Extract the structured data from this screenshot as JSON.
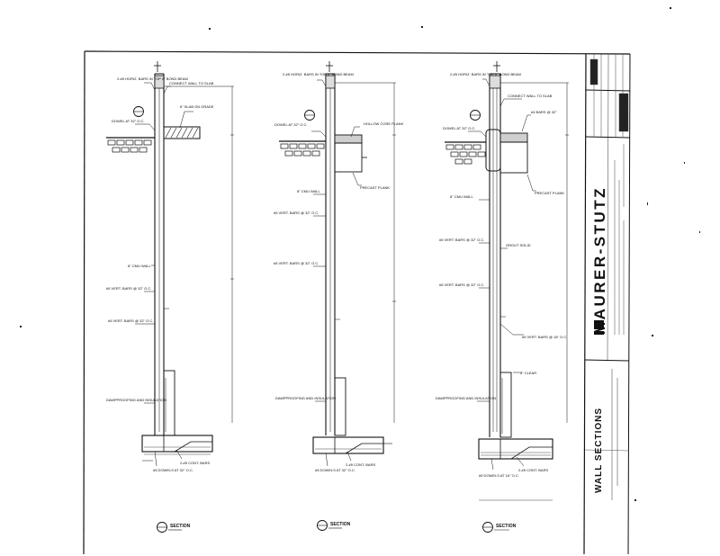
{
  "title_block": {
    "firm_name": "MAURER-STUTZ",
    "sheet_title": "WALL SECTIONS"
  },
  "sections": [
    {
      "id": "left",
      "labels": {
        "top_bar": "2-#5 HORIZ. BARS IN TOP 8\" BOND BEAM",
        "connect": "CONNECT WALL TO SLAB",
        "dowel": "DOWEL AT 32\" O.C.",
        "slab": "6\" SLAB ON GRADE",
        "bars_top": "#5 VERT. BARS @ 32\" O.C.",
        "mid_h": "8\" CMU WALL",
        "mid_bars": "#5 VERT. BARS @ 32\" O.C.",
        "waterproof": "DAMPPROOFING AND INSULATION",
        "footing_a": "#5 DOWELS AT 32\" O.C.",
        "footing_b": "2-#5 CONT. BARS"
      },
      "tag": "SECTION"
    },
    {
      "id": "middle",
      "labels": {
        "top_bar": "2-#5 HORIZ. BARS IN TOP 8\" BOND BEAM",
        "dowel": "DOWEL AT 32\" O.C.",
        "slab": "HOLLOW CORE PLANK",
        "slab2": "PRECAST PLANK",
        "mid_h": "8\" CMU WALL",
        "bars_top": "#5 VERT. BARS @ 32\" O.C.",
        "mid_bars": "#5 VERT. BARS @ 32\" O.C.",
        "waterproof": "DAMPPROOFING AND INSULATION",
        "footing_a": "#5 DOWELS AT 32\" O.C.",
        "footing_b": "2-#5 CONT. BARS"
      },
      "tag": "SECTION"
    },
    {
      "id": "right",
      "labels": {
        "top_bar": "2-#5 HORIZ. BARS IN TOP 8\" BOND BEAM",
        "connect": "CONNECT WALL TO SLAB",
        "beam": "#4 BARS @ 32\"",
        "dowel": "DOWEL AT 32\" O.C.",
        "slab": "PRECAST PLANK",
        "mid_h": "8\" CMU WALL",
        "grout": "GROUT SOLID",
        "bars_top": "#5 VERT. BARS @ 32\" O.C.",
        "mid_bars": "#5 VERT. BARS @ 32\" O.C.",
        "reinforce": "#5 VERT. BARS @ 16\" O.C.",
        "col": "2\" CLEAR",
        "waterproof": "DAMPPROOFING AND INSULATION",
        "footing_a": "#5 DOWELS AT 16\" O.C.",
        "footing_b": "2-#5 CONT. BARS"
      },
      "tag": "SECTION"
    }
  ]
}
